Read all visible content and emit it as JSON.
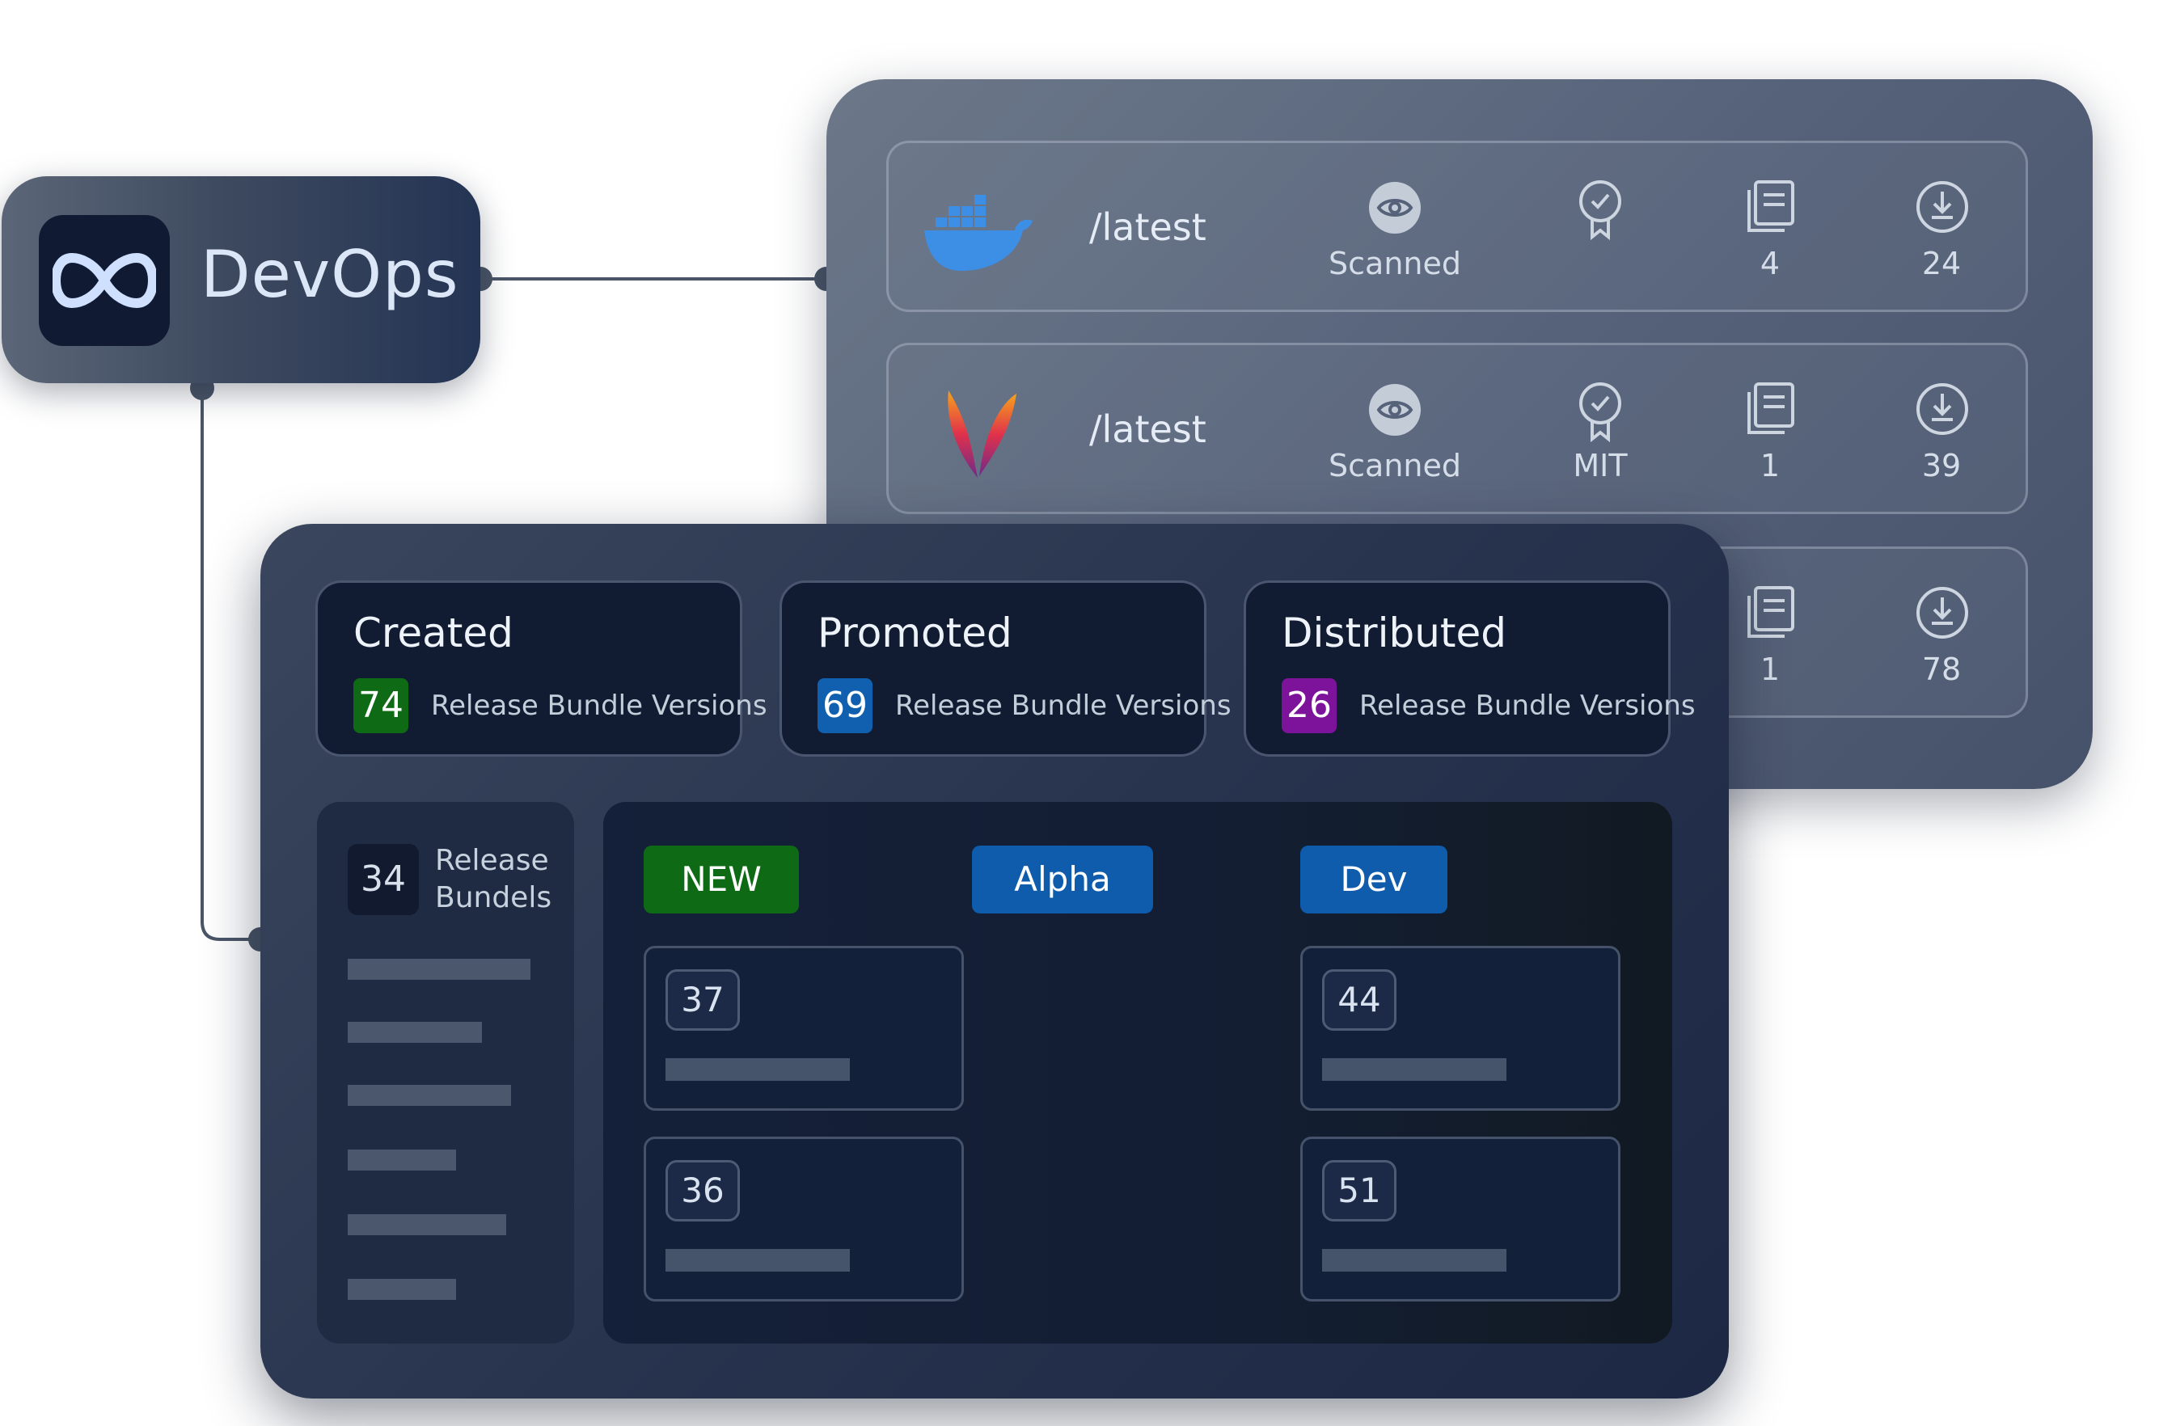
{
  "devops": {
    "title": "DevOps",
    "logo_icon": "infinity-icon"
  },
  "repositories": [
    {
      "icon": "docker-whale-icon",
      "path": "/latest",
      "scan_label": "Scanned",
      "license_label": "",
      "files_count": "4",
      "downloads": "24"
    },
    {
      "icon": "apache-feather-icon",
      "path": "/latest",
      "scan_label": "Scanned",
      "license_label": "MIT",
      "files_count": "1",
      "downloads": "39"
    },
    {
      "icon": "",
      "path": "",
      "scan_label": "",
      "license_label": "",
      "files_count": "1",
      "downloads": "78"
    }
  ],
  "release_stats": [
    {
      "title": "Created",
      "count": "74",
      "caption": "Release Bundle Versions",
      "color": "#0f6a16"
    },
    {
      "title": "Promoted",
      "count": "69",
      "caption": "Release Bundle Versions",
      "color": "#1160b0"
    },
    {
      "title": "Distributed",
      "count": "26",
      "caption": "Release Bundle Versions",
      "color": "#7d129b"
    }
  ],
  "bundles": {
    "count": "34",
    "label": "Release Bundels"
  },
  "stages": [
    {
      "label": "NEW",
      "color": "#0f6a16"
    },
    {
      "label": "Alpha",
      "color": "#0f5cad"
    },
    {
      "label": "Dev",
      "color": "#0f5cad"
    }
  ],
  "stage_items": {
    "new": [
      "37",
      "36"
    ],
    "dev": [
      "44",
      "51"
    ]
  }
}
